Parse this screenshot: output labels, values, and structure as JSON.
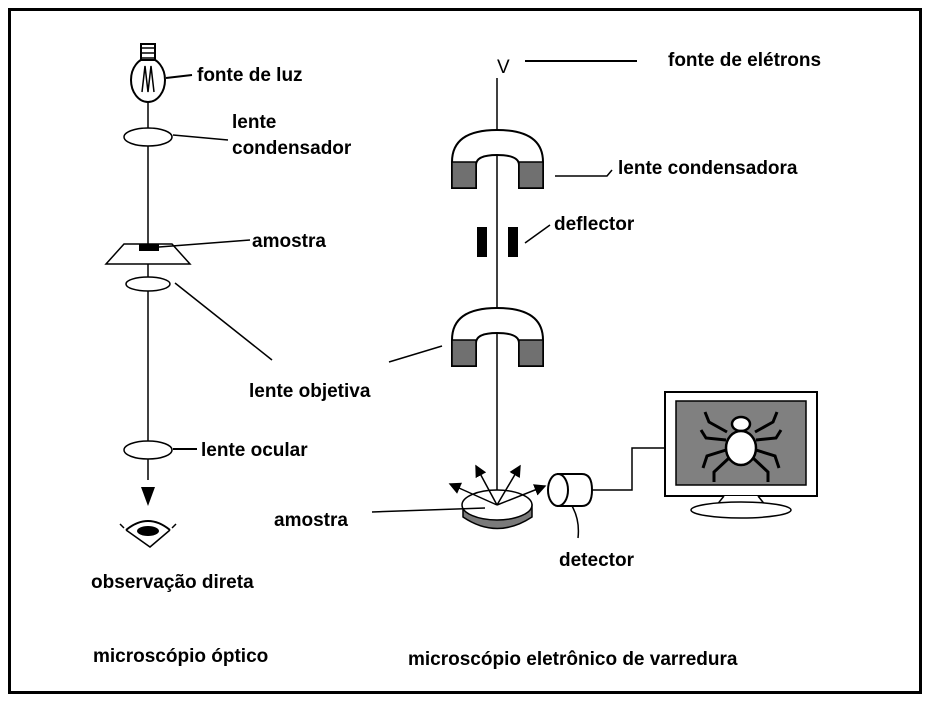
{
  "optical": {
    "light_source": "fonte de luz",
    "condenser_lens_line1": "lente",
    "condenser_lens_line2": "condensador",
    "sample": "amostra",
    "objective_lens": "lente objetiva",
    "ocular_lens": "lente ocular",
    "direct_observation": "observação direta",
    "caption": "microscópio óptico"
  },
  "electron": {
    "electron_source": "fonte de elétrons",
    "source_symbol": "V",
    "condenser_lens": "lente condensadora",
    "deflector": "deflector",
    "sample": "amostra",
    "detector": "detector",
    "caption": "microscópio eletrônico de varredura"
  },
  "colors": {
    "line": "#000000",
    "magnet_pole": "#707070",
    "monitor_screen": "#808080",
    "sample_disk_side": "#7a7a7a",
    "background": "#ffffff"
  },
  "icons": [
    "light-bulb-icon",
    "eye-icon",
    "spider-icon",
    "monitor-icon"
  ]
}
